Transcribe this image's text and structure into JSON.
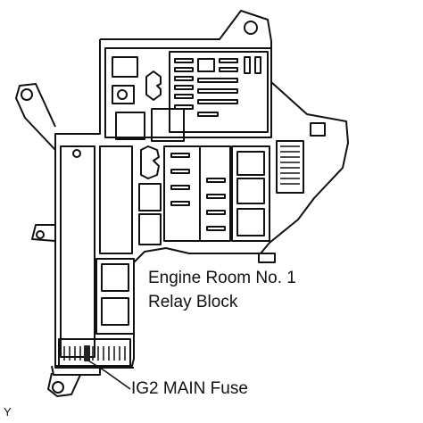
{
  "diagram": {
    "relay_block_label_line1": "Engine Room No. 1",
    "relay_block_label_line2": "Relay Block",
    "fuse_label": "IG2 MAIN Fuse",
    "corner_code": "Y",
    "highlight_fuse_color": "#222222"
  }
}
